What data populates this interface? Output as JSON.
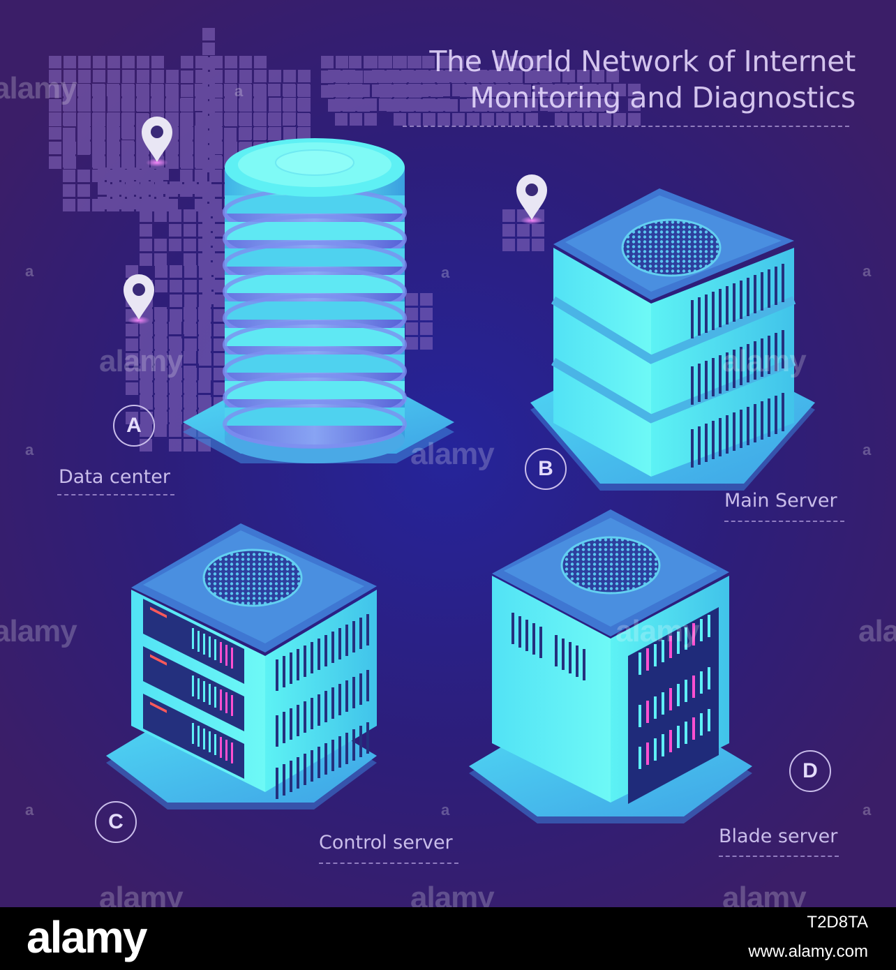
{
  "header": {
    "title_line1": "The World Network of Internet",
    "title_line2": "Monitoring and Diagnostics"
  },
  "items": {
    "a": {
      "letter": "A",
      "label": "Data center"
    },
    "b": {
      "letter": "B",
      "label": "Main Server"
    },
    "c": {
      "letter": "C",
      "label": "Control server"
    },
    "d": {
      "letter": "D",
      "label": "Blade server"
    }
  },
  "watermark": {
    "text": "alamy",
    "mark": "a"
  },
  "footer": {
    "logo": "alamy",
    "image_id": "T2D8TA",
    "site": "www.alamy.com"
  },
  "colors": {
    "background": "#3d1f6e",
    "map_tile": "#8a6cc0",
    "server_face": "#55f0f6",
    "server_side": "#3fbde8",
    "server_top": "#3d7fd8",
    "accent_pink": "#ff4fd0"
  },
  "icons": [
    "map-pin-icon",
    "map-pin-icon",
    "map-pin-icon"
  ]
}
